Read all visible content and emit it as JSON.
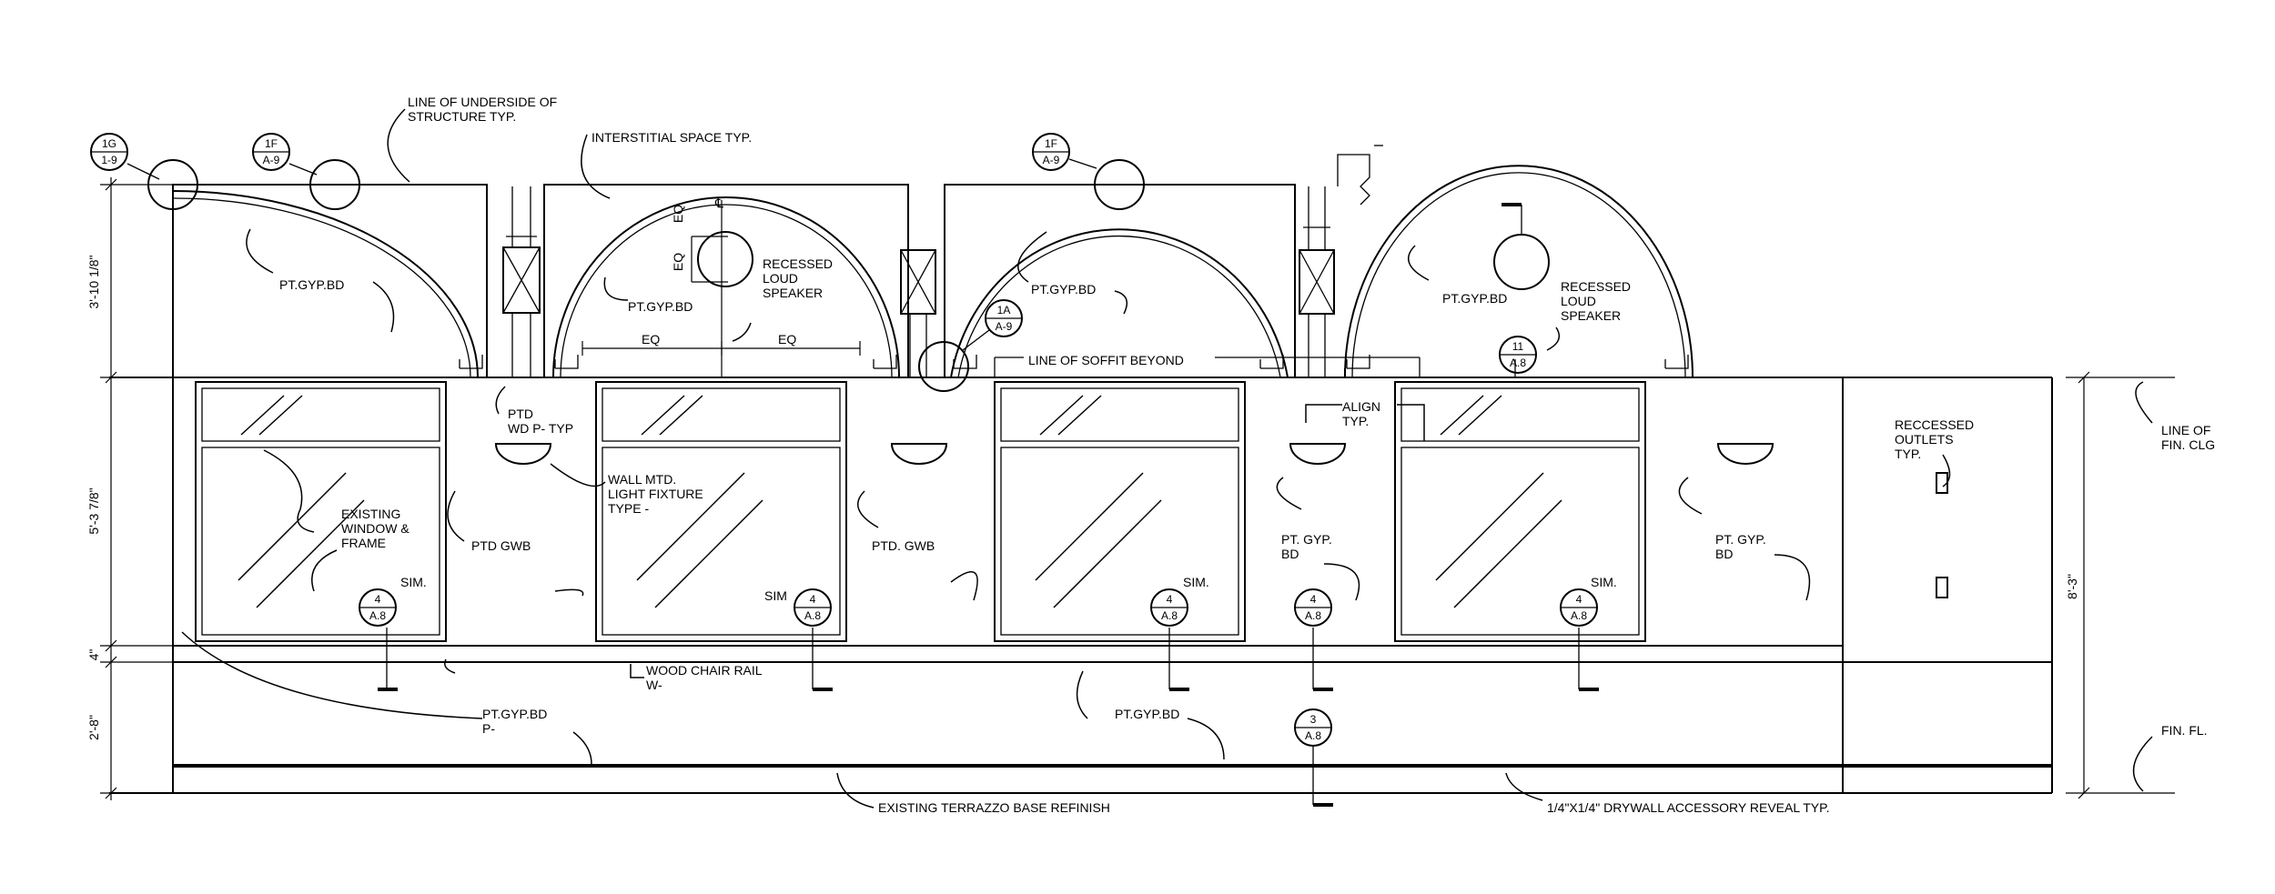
{
  "dimensions": {
    "upper": "3'-10 1/8\"",
    "middle": "5'-3 7/8\"",
    "rail": "4\"",
    "lower": "2'-8\"",
    "overall": "8'-3\"",
    "eq_left": "EQ",
    "eq_right": "EQ",
    "eq_v1": "EQ",
    "eq_v2": "EQ",
    "centerline": "℄"
  },
  "notes": {
    "underside": [
      "LINE OF UNDERSIDE OF",
      "STRUCTURE TYP."
    ],
    "interstitial": "INTERSTITIAL SPACE TYP.",
    "ptgyp_1": "PT.GYP.BD",
    "ptgyp_2": "PT.GYP.BD",
    "ptgyp_3": "PT.GYP.BD",
    "ptgyp_4": "PT.GYP.BD",
    "speaker_1": [
      "RECESSED",
      "LOUD",
      "SPEAKER"
    ],
    "speaker_2": [
      "RECESSED",
      "LOUD",
      "SPEAKER"
    ],
    "soffit": "LINE OF SOFFIT BEYOND",
    "ptd_wd": [
      "PTD",
      "WD P-  TYP"
    ],
    "wall_fixture": [
      "WALL MTD.",
      "LIGHT FIXTURE",
      "TYPE -"
    ],
    "existing_window": [
      "EXISTING",
      "WINDOW &",
      "FRAME"
    ],
    "ptd_gwb_1": "PTD GWB",
    "ptd_gwb_2": "PTD. GWB",
    "align": [
      "ALIGN",
      "TYP."
    ],
    "pt_gyp_bd_a": [
      "PT. GYP.",
      "BD"
    ],
    "pt_gyp_bd_b": [
      "PT. GYP.",
      "BD"
    ],
    "outlets": [
      "RECCESSED",
      "OUTLETS",
      "TYP."
    ],
    "fin_clg": [
      "LINE OF",
      "FIN. CLG"
    ],
    "fin_fl": "FIN. FL.",
    "sim_1": "SIM.",
    "sim_2": "SIM",
    "sim_3": "SIM.",
    "sim_4": "SIM.",
    "chair_rail": [
      "WOOD CHAIR RAIL",
      "W-"
    ],
    "ptgyp_low_1": [
      "PT.GYP.BD",
      "P-"
    ],
    "ptgyp_low_2": "PT.GYP.BD",
    "terrazzo": "EXISTING TERRAZZO BASE REFINISH",
    "reveal": "1/4\"X1/4\" DRYWALL ACCESSORY REVEAL TYP."
  },
  "callouts": {
    "c1g": [
      "1G",
      "1-9"
    ],
    "c1f_left": [
      "1F",
      "A-9"
    ],
    "c1f_right": [
      "1F",
      "A-9"
    ],
    "c1a": [
      "1A",
      "A-9"
    ],
    "c11": [
      "11",
      "A.8"
    ],
    "sec1": [
      "4",
      "A.8"
    ],
    "sec2": [
      "4",
      "A.8"
    ],
    "sec3": [
      "4",
      "A.8"
    ],
    "sec4": [
      "4",
      "A.8"
    ],
    "sec5": [
      "4",
      "A.8"
    ],
    "sec6": [
      "3",
      "A.8"
    ]
  }
}
